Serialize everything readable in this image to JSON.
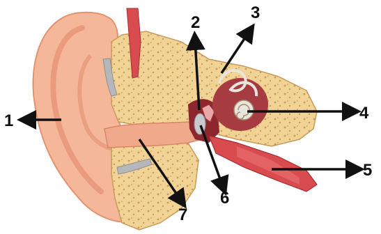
{
  "diagram": {
    "labels": [
      {
        "id": "1",
        "text": "1"
      },
      {
        "id": "2",
        "text": "2"
      },
      {
        "id": "3",
        "text": "3"
      },
      {
        "id": "4",
        "text": "4"
      },
      {
        "id": "5",
        "text": "5"
      },
      {
        "id": "6",
        "text": "6"
      },
      {
        "id": "7",
        "text": "7"
      }
    ]
  },
  "colors": {
    "skin": "#f5b79a",
    "skin_shadow": "#e58f72",
    "bone": "#f1cf91",
    "bone_pore": "#c89b59",
    "inner_ear": "#a63b42",
    "muscle": "#d84b4f",
    "cartilage": "#b6b7ba",
    "arrow": "#111111"
  }
}
